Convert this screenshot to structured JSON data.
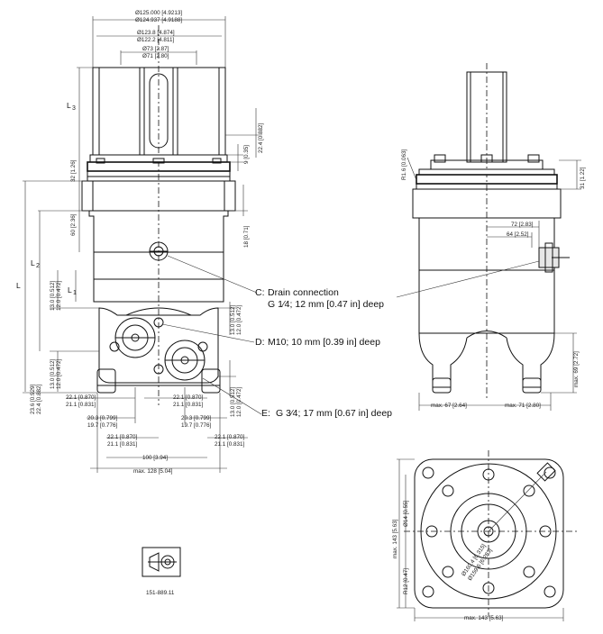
{
  "front_view": {
    "top_dims": [
      "Ø125.000 [4.9213]",
      "Ø124.937 [4.9188]",
      "Ø123.8 [4.874]",
      "Ø122.2 [4.811]",
      "Ø73 [2.87]",
      "Ø71 [2.80]"
    ],
    "left_dims": {
      "L3": "L",
      "L3_sub": "3",
      "d32": "32 [1.26]",
      "d60": "60 [2.36]",
      "L2": "L",
      "L2_sub": "2",
      "L": "L",
      "L1": "L",
      "L1_sub": "1",
      "d13_left": "13.0 [0.512]",
      "d12_left": "12.0 [0.472]",
      "d13b_left": "13.0 [0.512]",
      "d12b_left": "12.0 [0.472]",
      "d236": "23.6 [0.929]",
      "d224_left": "22.4 [0.882]"
    },
    "right_dims": {
      "d224": "22.4 [0.882]",
      "d035": "9 [0.35]",
      "d18": "18 [0.71]",
      "d13_r": "13.0 [0.512]",
      "d12_r": "12.0 [0.472]",
      "d13b_r": "13.0 [0.512]",
      "d12b_r": "12.0 [0.472]"
    },
    "bottom_dims": [
      "22.1 [0.870]",
      "21.1 [0.831]",
      "22.1 [0.870]",
      "21.1 [0.831]",
      "20.3 [0.799]",
      "19.7 [0.776]",
      "20.3 [0.799]",
      "19.7 [0.776]",
      "22.1 [0.870]",
      "21.1 [0.831]",
      "22.1 [0.870]",
      "21.1 [0.831]",
      "100 [3.94]",
      "max. 128 [5.04]"
    ],
    "callouts": {
      "c_label": "C:",
      "c_text": "Drain connection",
      "c_text2": "G 1⁄4; 12 mm [0.47 in] deep",
      "d_label": "D:",
      "d_text": "M10; 10 mm [0.39 in] deep",
      "e_label": "E:",
      "e_text": "G 3⁄4; 17 mm [0.67 in] deep"
    }
  },
  "side_view": {
    "r16": "R1.6 [0.063]",
    "d31": "31 [1.22]",
    "d72": "72 [2.83]",
    "d64": "64 [2.52]",
    "d69": "max. 69 [2.72]",
    "d67": "max. 67 [2.64]",
    "d71": "max. 71 [2.80]"
  },
  "bottom_view": {
    "d14": "Ø14 [0.55]",
    "d143v": "max. 143 [5.63]",
    "d12": "R12 [0.47]",
    "d143h": "max. 143 [5.63]",
    "bolt1": "Ø160.4 [6.315]",
    "bolt2": "Ø159.6 [6.283]"
  },
  "symbol_box": {
    "drawing_no": "151-889.11"
  }
}
